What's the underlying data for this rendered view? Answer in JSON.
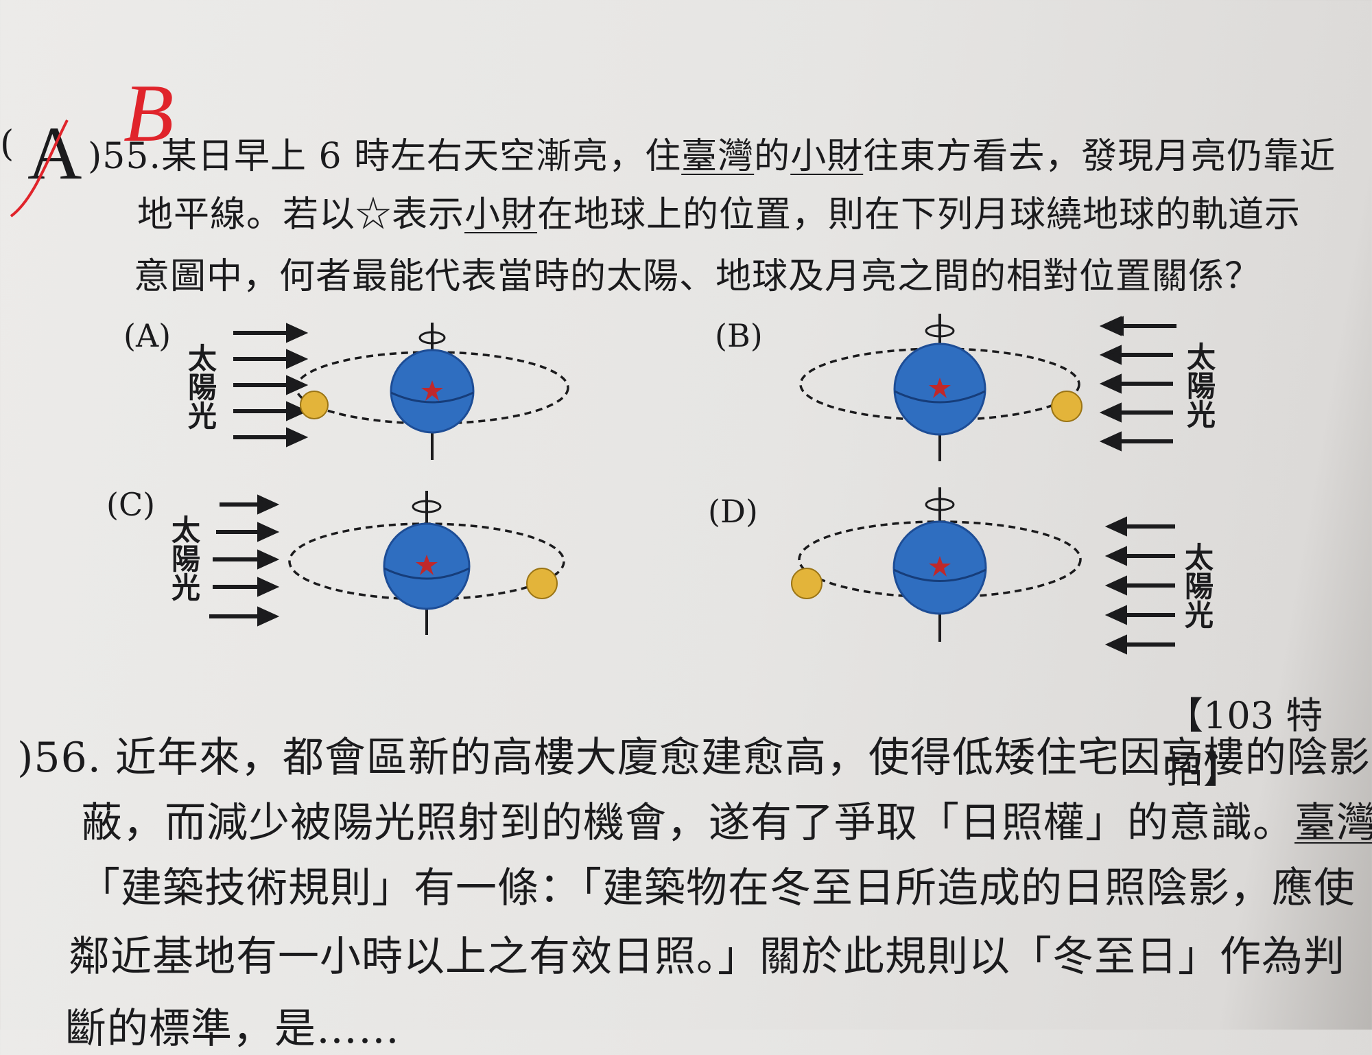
{
  "q55": {
    "bracket_open": "(",
    "answer_crossed": "A",
    "bracket_close": ")",
    "correct_answer": "B",
    "number": "55.",
    "line1": {
      "a": "某日早上 6 時左右天空漸亮，住",
      "b": "臺灣",
      "c": "的",
      "d": "小財",
      "e": "往東方看去，發現月亮仍靠近"
    },
    "line2": {
      "a": "地平線。若以☆表示",
      "b": "小財",
      "c": "在地球上的位置，則在下列月球繞地球的軌道示"
    },
    "line3": "意圖中，何者最能代表當時的太陽、地球及月亮之間的相對位置關係？",
    "options": [
      {
        "label": "(A)",
        "sunlight": [
          "太",
          "陽",
          "光"
        ],
        "light_direction": "left-to-right",
        "moon_position": "left"
      },
      {
        "label": "(B)",
        "sunlight": [
          "太",
          "陽",
          "光"
        ],
        "light_direction": "right-to-left",
        "moon_position": "right"
      },
      {
        "label": "(C)",
        "sunlight": [
          "太",
          "陽",
          "光"
        ],
        "light_direction": "left-to-right",
        "moon_position": "right"
      },
      {
        "label": "(D)",
        "sunlight": [
          "太",
          "陽",
          "光"
        ],
        "light_direction": "right-to-left",
        "moon_position": "left"
      }
    ],
    "source": "【103 特招】"
  },
  "q56": {
    "number": ")56.",
    "line1": "近年來，都會區新的高樓大廈愈建愈高，使得低矮住宅因高樓的陰影遮",
    "line2": "蔽，而減少被陽光照射到的機會，遂有了爭取「日照權」的意識。",
    "line2_ul": "臺灣",
    "line3": "「建築技術規則」有一條：「建築物在冬至日所造成的日照陰影，應使",
    "line4": "鄰近基地有一小時以上之有效日照。」關於此規則以「冬至日」作為判",
    "line5": "斷的標準，是……"
  },
  "colors": {
    "earth": "#2f6ec0",
    "moon": "#e3b43a",
    "ink": "#1b1b1d",
    "pen": "#e0242b"
  }
}
